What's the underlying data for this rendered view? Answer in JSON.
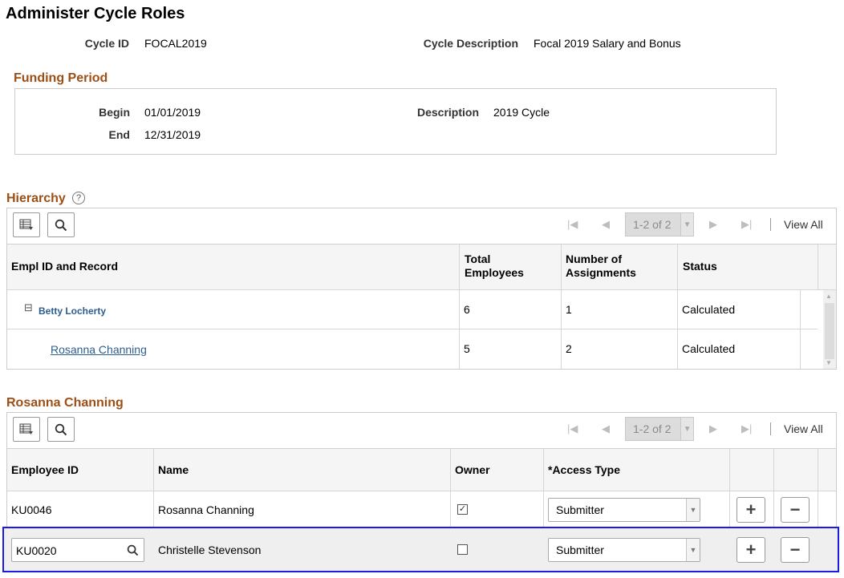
{
  "page_title": "Administer Cycle Roles",
  "cycle": {
    "id_label": "Cycle ID",
    "id_value": "FOCAL2019",
    "desc_label": "Cycle Description",
    "desc_value": "Focal 2019 Salary and Bonus"
  },
  "funding": {
    "heading": "Funding Period",
    "begin_label": "Begin",
    "begin_value": "01/01/2019",
    "end_label": "End",
    "end_value": "12/31/2019",
    "desc_label": "Description",
    "desc_value": "2019 Cycle"
  },
  "hierarchy": {
    "heading": "Hierarchy",
    "help_glyph": "?",
    "pager_text": "1-2 of 2",
    "view_all": "View All",
    "columns": [
      "Empl ID and Record",
      "Total Employees",
      "Number of Assignments",
      "Status"
    ],
    "rows": [
      {
        "name": "Betty Locherty",
        "toggle": "⊟",
        "total": "6",
        "assignments": "1",
        "status": "Calculated"
      },
      {
        "name": "Rosanna Channing",
        "total": "5",
        "assignments": "2",
        "status": "Calculated"
      }
    ]
  },
  "roles": {
    "heading": "Rosanna Channing",
    "pager_text": "1-2 of 2",
    "view_all": "View All",
    "columns": [
      "Employee ID",
      "Name",
      "Owner",
      "*Access Type"
    ],
    "rows": [
      {
        "employee_id": "KU0046",
        "name": "Rosanna Channing",
        "owner_checked": true,
        "access_type": "Submitter"
      },
      {
        "employee_id": "KU0020",
        "name": "Christelle Stevenson",
        "owner_checked": false,
        "access_type": "Submitter"
      }
    ],
    "add_glyph": "+",
    "remove_glyph": "−"
  },
  "icons": {
    "grid": "grid-icon",
    "search": "search-icon",
    "first": "first-page-icon",
    "prev": "previous-page-icon",
    "next": "next-page-icon",
    "last": "last-page-icon"
  },
  "colors": {
    "section_heading": "#9c4f15",
    "link": "#2c5d8f",
    "focus_border": "#1a1ae6"
  }
}
